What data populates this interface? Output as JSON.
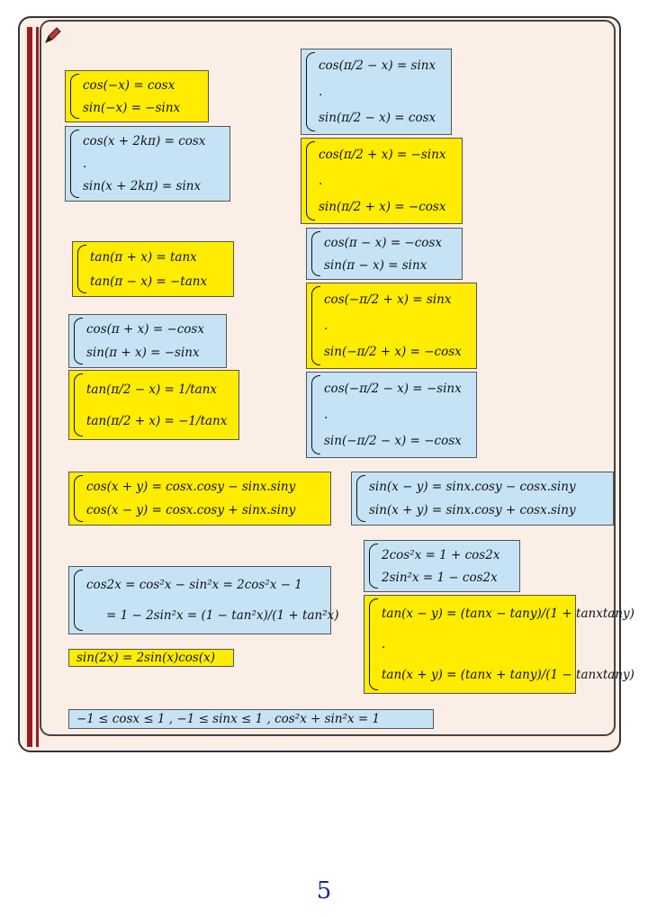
{
  "page_number": "5",
  "formulas": {
    "f1": [
      "cos(−x) = cosx",
      "sin(−x) = −sinx"
    ],
    "f2": [
      "cos(x + 2kπ) = cosx",
      ".",
      "sin(x + 2kπ) = sinx"
    ],
    "f3": [
      "tan(π + x) = tanx",
      "tan(π − x) = −tanx"
    ],
    "f4": [
      "cos(π + x) = −cosx",
      "sin(π + x) = −sinx"
    ],
    "f5": [
      "tan(π/2 − x) = 1/tanx",
      "tan(π/2 + x) = −1/tanx"
    ],
    "f6": [
      "cos(π/2 − x) = sinx",
      ".",
      "sin(π/2 − x) = cosx"
    ],
    "f7": [
      "cos(π/2 + x) = −sinx",
      ".",
      "sin(π/2 + x) = −cosx"
    ],
    "f8": [
      "cos(π − x) = −cosx",
      "sin(π − x) = sinx"
    ],
    "f9": [
      "cos(−π/2 + x) = sinx",
      ".",
      "sin(−π/2 + x) = −cosx"
    ],
    "f10": [
      "cos(−π/2 − x) = −sinx",
      ".",
      "sin(−π/2 − x) = −cosx"
    ],
    "f11": [
      "cos(x + y) = cosx.cosy − sinx.siny",
      "cos(x − y) = cosx.cosy + sinx.siny"
    ],
    "f12": [
      "sin(x − y) = sinx.cosy − cosx.siny",
      "sin(x + y) = sinx.cosy + cosx.siny"
    ],
    "f13": [
      "2cos²x = 1 + cos2x",
      "2sin²x = 1 − cos2x"
    ],
    "f14": [
      "cos2x = cos²x − sin²x = 2cos²x − 1",
      "= 1 − 2sin²x = (1 − tan²x)/(1 + tan²x)"
    ],
    "f15": [
      "tan(x − y) = (tanx − tany)/(1 + tanxtany)",
      ".",
      "tan(x + y) = (tanx + tany)/(1 − tanxtany)"
    ],
    "f16": "sin(2x) = 2sin(x)cos(x)",
    "f17": "−1 ≤ cosx ≤ 1   ,   −1 ≤ sinx ≤ 1   ,   cos²x + sin²x = 1"
  },
  "colors": {
    "yellow": "#ffec00",
    "blue": "#c6e3f6",
    "bar": "#9b1b1b",
    "page": "#fbeee6"
  }
}
